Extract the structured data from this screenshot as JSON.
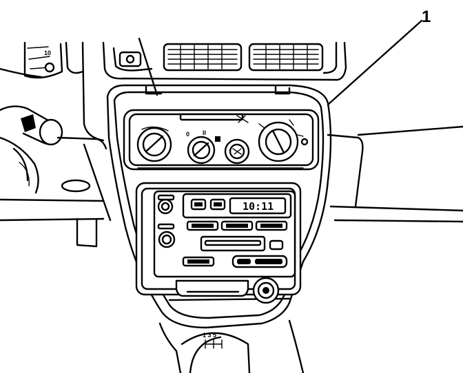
{
  "callout": {
    "number": "1"
  },
  "radio": {
    "clock_display": "10:11"
  },
  "cluster": {
    "gauge_label": "10"
  },
  "shifter": {
    "gear_pattern": "1 3 5"
  }
}
